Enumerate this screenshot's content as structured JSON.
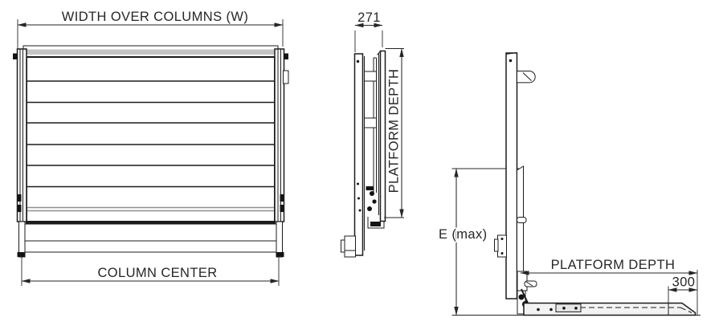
{
  "front_view": {
    "width_label": "WIDTH OVER COLUMNS (W)",
    "column_center_label": "COLUMN CENTER"
  },
  "stowed_view": {
    "depth_value": "271",
    "platform_depth_label": "PLATFORM DEPTH"
  },
  "deployed_view": {
    "height_label": "E (max)",
    "platform_depth_label": "PLATFORM DEPTH",
    "rollstop_value": "300"
  },
  "colors": {
    "background": "#ffffff",
    "line": "#1c1c1c",
    "gray_line": "#8f8f8f",
    "rail_fill": "#c4c4c4",
    "deck_fill": "#f3f3f3"
  }
}
